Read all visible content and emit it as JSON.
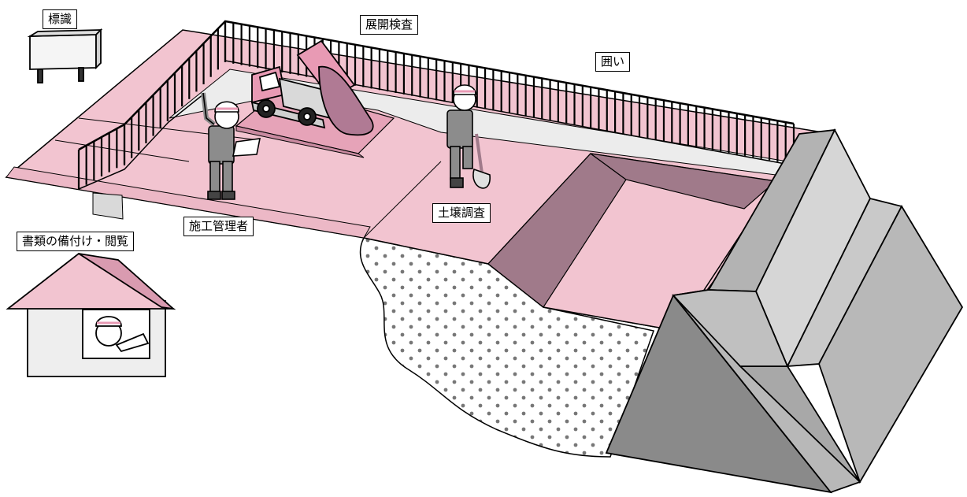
{
  "labels": {
    "sign": "標識",
    "inspection": "展開検査",
    "fence": "囲い",
    "soil_survey": "土壌調査",
    "site_manager": "施工管理者",
    "documents": "書類の備付け・閲覧"
  },
  "colors": {
    "ground_pink": "#f2c4d0",
    "pit_wall": "#a07a8a",
    "embankment_light": "#c9c9c9",
    "embankment_dark": "#8a8a8a",
    "truck_pink": "#e89ab4",
    "worker_gray": "#8c8c8c"
  }
}
